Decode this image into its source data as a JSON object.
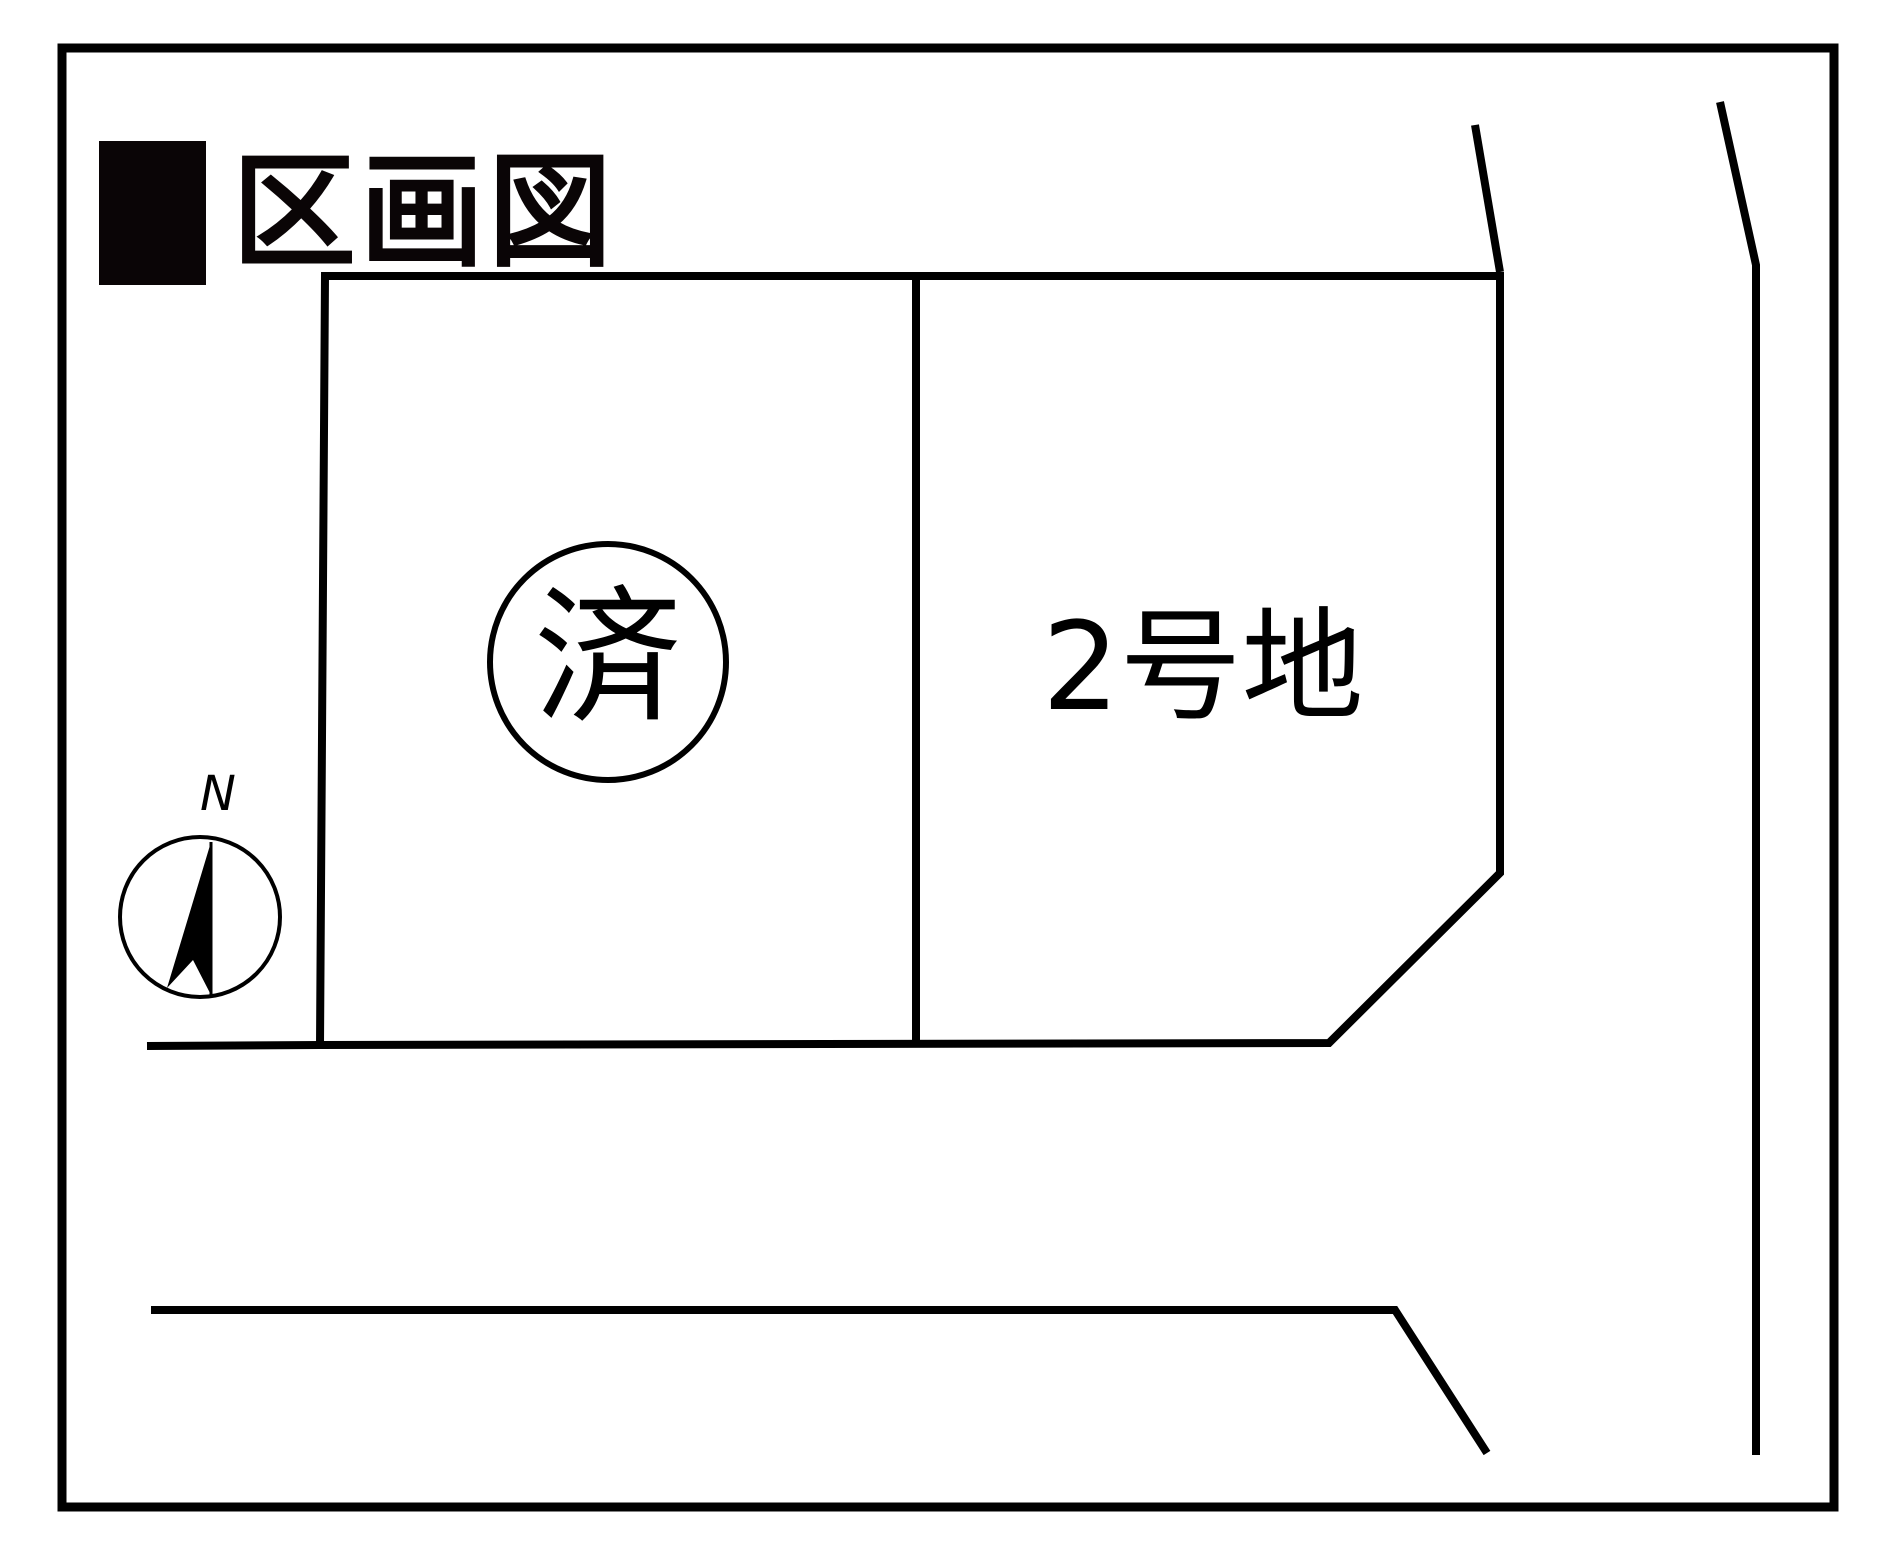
{
  "title": {
    "marker": "■",
    "text": "区画図"
  },
  "lots": [
    {
      "id": "lot-1",
      "label": "済",
      "status": "sold"
    },
    {
      "id": "lot-2",
      "label": "2号地",
      "status": "available"
    }
  ],
  "compass": {
    "label": "N",
    "icon": "north-arrow-icon"
  },
  "colors": {
    "line": "#000000",
    "background": "#ffffff",
    "title_marker": "#0a0506"
  }
}
